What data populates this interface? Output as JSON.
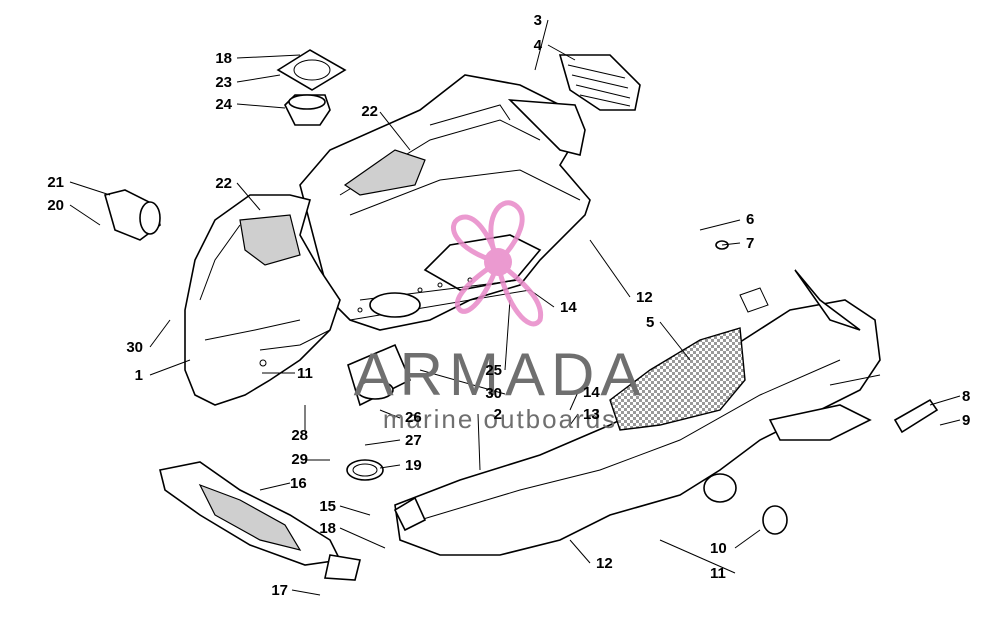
{
  "diagram": {
    "watermark": {
      "brand": "ARMADA",
      "tagline": "marine outboards",
      "colors": {
        "logo": "#e889c8",
        "text": "#6f6f6f"
      }
    },
    "callouts": {
      "c1": "1",
      "c2": "2",
      "c3": "3",
      "c4": "4",
      "c5": "5",
      "c6": "6",
      "c7": "7",
      "c8": "8",
      "c9": "9",
      "c10": "10",
      "c11a": "11",
      "c11b": "11",
      "c12a": "12",
      "c12b": "12",
      "c13": "13",
      "c14a": "14",
      "c14b": "14",
      "c15": "15",
      "c16": "16",
      "c17": "17",
      "c18a": "18",
      "c18b": "18",
      "c19": "19",
      "c20": "20",
      "c21": "21",
      "c22a": "22",
      "c22b": "22",
      "c23": "23",
      "c24": "24",
      "c25": "25",
      "c26": "26",
      "c27": "27",
      "c28": "28",
      "c29": "29",
      "c30a": "30",
      "c30b": "30"
    }
  }
}
